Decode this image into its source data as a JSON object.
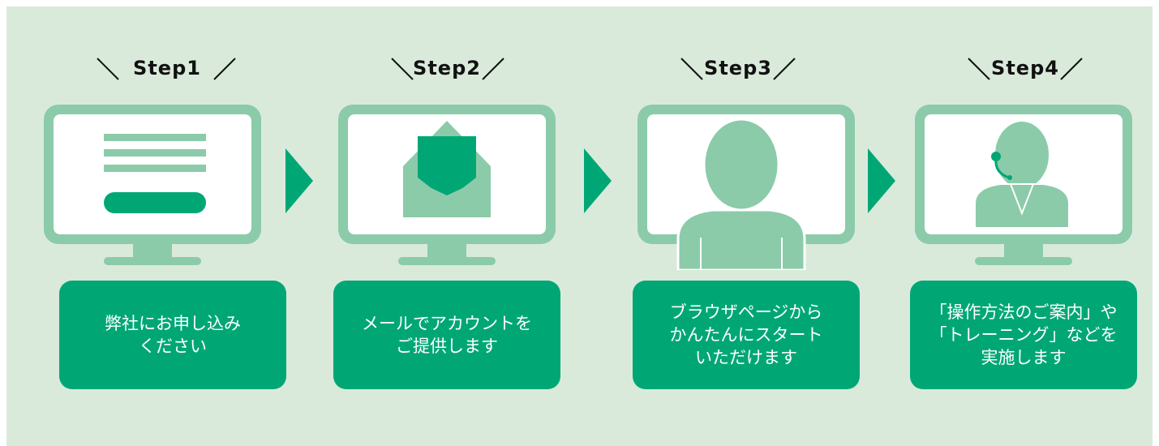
{
  "colors": {
    "background": "#d9eadb",
    "monitor_frame": "#8bcba9",
    "accent_green": "#00a775",
    "screen": "#ffffff",
    "heading_text": "#111111",
    "caption_text": "#ffffff"
  },
  "steps": [
    {
      "label": "Step1",
      "icon": "application-form-icon",
      "caption": "弊社にお申し込み\nください"
    },
    {
      "label": "Step2",
      "icon": "mail-envelope-icon",
      "caption": "メールでアカウントを\nご提供します"
    },
    {
      "label": "Step3",
      "icon": "person-silhouette-icon",
      "caption": "ブラウザページから\nかんたんにスタート\nいただけます"
    },
    {
      "label": "Step4",
      "icon": "support-operator-headset-icon",
      "caption": "「操作方法のご案内」や\n「トレーニング」などを\n実施します"
    }
  ],
  "arrows": [
    "next-arrow-icon",
    "next-arrow-icon",
    "next-arrow-icon"
  ]
}
